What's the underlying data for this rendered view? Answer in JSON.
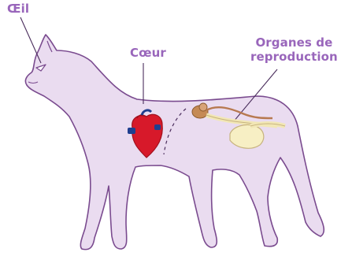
{
  "labels": {
    "eye": "Œil",
    "heart": "Cœur",
    "reproductive_line1": "Organes de",
    "reproductive_line2": "reproduction"
  },
  "colors": {
    "cat_fill": "#eadcf0",
    "cat_stroke": "#7a4b8f",
    "label_text": "#9966bb",
    "heart_red": "#d7192a",
    "heart_dark": "#a0101d",
    "vessel_blue": "#1f3f8f",
    "ovary_brown": "#c58a55",
    "uterus_cream": "#f7efc4",
    "pointer_line": "#4a2d5c"
  }
}
